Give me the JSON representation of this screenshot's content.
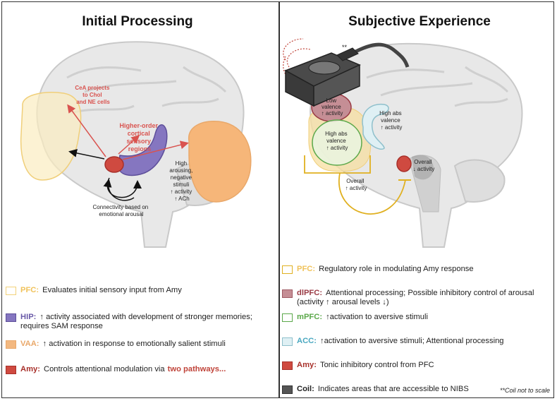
{
  "panels": {
    "left_title": "Initial Processing",
    "right_title": "Subjective Experience"
  },
  "left_annotations": {
    "cea_line1": "CeA projects",
    "cea_line2": "to Chol",
    "cea_line3": "and NE cells",
    "hoc_line1": "Higher-order",
    "hoc_line2": "cortical",
    "hoc_line3": "sensory",
    "hoc_line4": "regions",
    "stim_line1": "High",
    "stim_line2": "arousing,",
    "stim_line3": "negative",
    "stim_line4": "stimuli",
    "stim_line5": "↑ activity",
    "stim_line6": "↑ ACh",
    "conn_line1": "Connectivity based on",
    "conn_line2": "emotional arousal"
  },
  "right_annotations": {
    "dl_line1": "Low",
    "dl_line2": "valence",
    "dl_line3": "↑ activity",
    "mpfc_line1": "High abs",
    "mpfc_line2": "valence",
    "mpfc_line3": "↑ activity",
    "acc_line1": "High abs",
    "acc_line2": "valence",
    "acc_line3": "↑ activity",
    "amy_line1": "Overall",
    "amy_line2": "↓ activity",
    "pfc_line1": "Overall",
    "pfc_line2": "↑ activity",
    "coil_mark": "**"
  },
  "left_legend": [
    {
      "key": "PFC:",
      "desc": "Evaluates initial sensory input from Amy",
      "color": "#f2d27a",
      "fill": "#ffffff",
      "key_color": "#f0c25a"
    },
    {
      "key": "HIP:",
      "desc": "↑ activity associated with development of stronger memories; requires SAM response",
      "color": "#6a5aa8",
      "fill": "#8576c0",
      "key_color": "#6a5aa8"
    },
    {
      "key": "VAA:",
      "desc": "↑ activation in response to emotionally salient stimuli",
      "color": "#e9a86a",
      "fill": "#f3b880",
      "key_color": "#e9a86a"
    },
    {
      "key": "Amy:",
      "desc": "Controls attentional modulation via",
      "highlight": "two pathways...",
      "color": "#b23a33",
      "fill": "#cf4a40",
      "key_color": "#a8302a"
    }
  ],
  "right_legend": [
    {
      "key": "PFC:",
      "desc": "Regulatory role in modulating Amy response",
      "color": "#e0b020",
      "fill": "#ffffff",
      "key_color": "#f0c25a"
    },
    {
      "key": "dlPFC:",
      "desc": "Attentional processing; Possible inhibitory control of arousal (activity ↑ arousal levels ↓)",
      "color": "#a05a64",
      "fill": "#c58e95",
      "key_color": "#9a3a44"
    },
    {
      "key": "mPFC:",
      "desc": "↑activation to aversive stimuli",
      "color": "#5ba84a",
      "fill": "#ffffff",
      "key_color": "#5ba84a"
    },
    {
      "key": "ACC:",
      "desc": "↑activation to aversive stimuli; Attentional processing",
      "color": "#8fc0cc",
      "fill": "#dff0f4",
      "key_color": "#4aa8c0"
    },
    {
      "key": "Amy:",
      "desc": "Tonic inhibitory control from PFC",
      "color": "#b23a33",
      "fill": "#cf4a40",
      "key_color": "#a8302a"
    },
    {
      "key": "Coil:",
      "desc": "Indicates areas that are accessible to NIBS",
      "color": "#333333",
      "fill": "#555555",
      "key_color": "#222222"
    }
  ],
  "footnote": "**Coil not to scale",
  "icons": [
    "brain-illustration",
    "tms-coil-icon"
  ]
}
